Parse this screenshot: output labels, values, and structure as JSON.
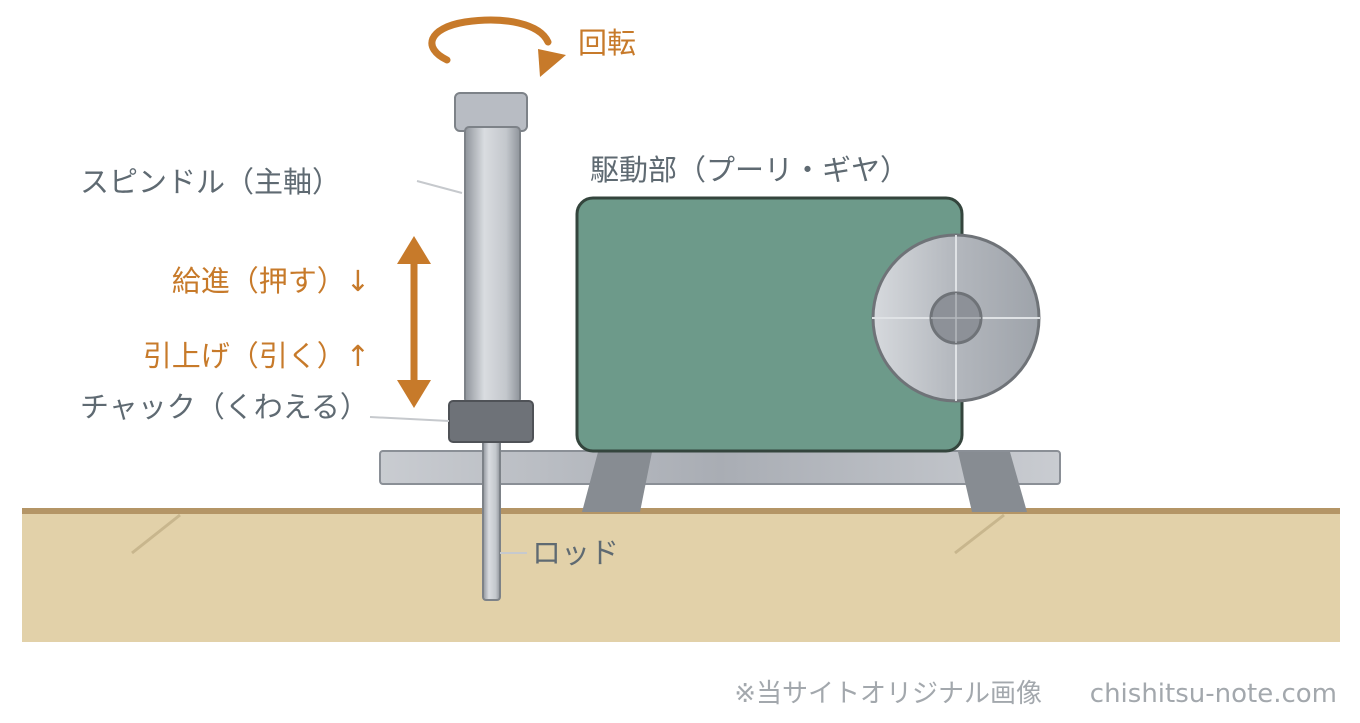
{
  "labels": {
    "rotation": "回転",
    "spindle": "スピンドル（主軸）",
    "drive": "駆動部（プーリ・ギヤ）",
    "feed": "給進（押す）↓",
    "lift": "引上げ（引く）↑",
    "chuck": "チャック（くわえる）",
    "rod": "ロッド"
  },
  "credit": {
    "note": "※当サイトオリジナル画像",
    "site": "chishitsu-note.com"
  },
  "colors": {
    "accent_orange": "#c77a2a",
    "motor_green": "#6d9a8a",
    "ground": "#e2d1a9",
    "ground_line": "#b49566",
    "metal": "#b8bcc3"
  }
}
